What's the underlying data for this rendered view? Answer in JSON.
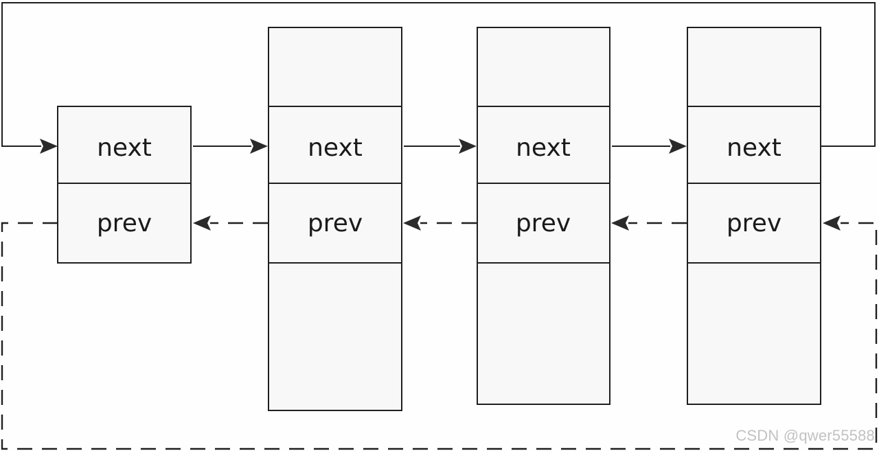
{
  "nodes": [
    {
      "next_label": "next",
      "prev_label": "prev"
    },
    {
      "next_label": "next",
      "prev_label": "prev"
    },
    {
      "next_label": "next",
      "prev_label": "prev"
    },
    {
      "next_label": "next",
      "prev_label": "prev"
    }
  ],
  "watermark": "CSDN @qwer55588"
}
